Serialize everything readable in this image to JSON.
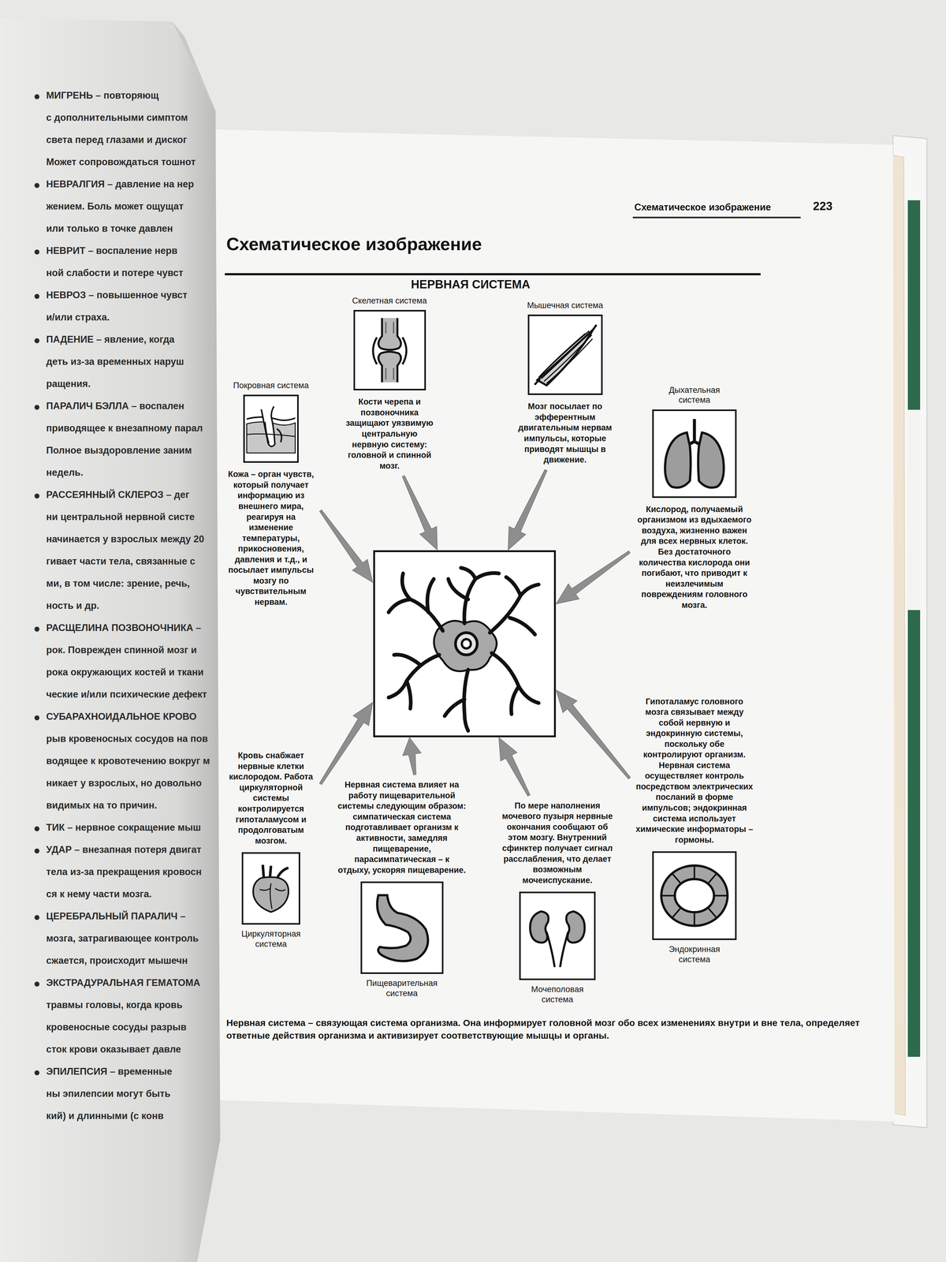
{
  "diagram": {
    "title": "НЕРВНАЯ СИСТЕМА",
    "caption": "Нервная система – связующая система организма. Она информирует головной мозг обо всех изменениях внутри и вне тела, определяет ответные действия организма и активизирует соответствующие мышцы и органы.",
    "nodes": [
      {
        "text": [
          "Скелетная система",
          "Кости черепа и позвоночника защищают уязвимую центральную нервную систему: головной и спинной мозг."
        ]
      },
      {
        "text": [
          "Мышечная система",
          "Мозг посылает по эфферентным двигательным нервам импульсы, которые приводят мышцы в движение."
        ]
      },
      {
        "text": [
          "Покровная система",
          "Кожа – орган чувств, который получает информацию из внешнего мира, реагируя на изменение температуры, прикосновения, давления и т.д., и посылает импульсы мозгу по чувствительным нервам."
        ]
      },
      {
        "text": [
          "Дыхательная система",
          "Кислород, получаемый организмом из вдыхаемого воздуха, жизненно важен для всех нервных клеток. Без достаточного количества кислорода они погибают, что приводит к неизлечимым повреждениям головного мозга."
        ]
      },
      {
        "text": [
          "Эндокринная система",
          "Гипоталамус головного мозга связывает между собой нервную и эндокринную системы, поскольку обе контролируют организм. Нервная система осуществляет контроль посредством электрических посланий в форме импульсов; эндокринная система использует химические информаторы – гормоны."
        ]
      },
      {
        "text": [
          "Циркуляторная система",
          "Кровь снабжает нервные клетки кислородом. Работа циркуляторной системы контролируется гипоталамусом и продолговатым мозгом."
        ]
      },
      {
        "text": [
          "Пищеварительная система",
          "Нервная система влияет на работу пищеварительной системы следующим образом: симпатическая система подготавливает организм к активности, замедляя пищеварение, парасимпатическая – к отдыху, ускоряя пищеварение."
        ]
      },
      {
        "text": [
          "Мочеполовая система",
          "По мере наполнения мочевого пузыря нервные окончания сообщают об этом мозгу. Внутренний сфинктер получает сигнал расслабления, что делает возможным мочеиспускание."
        ]
      }
    ],
    "labels": [
      "Схематическое изображение",
      "223",
      "Схематическое изображение",
      "МИГРЕНЬ – повторяющ",
      "с дополнительными симптом",
      "света перед глазами и диског",
      "Может сопровождаться тошнот",
      "НЕВРАЛГИЯ – давление на нер",
      "жением. Боль может ощущат",
      "или только в точке давлен",
      "НЕВРИТ – воспаление нерв",
      "ной слабости и потере чувст",
      "НЕВРОЗ – повышенное чувст",
      "и/или страха.",
      "ПАДЕНИЕ – явление, когда",
      "деть из-за временных наруш",
      "ращения.",
      "ПАРАЛИЧ БЭЛЛА – воспален",
      "приводящее к внезапному парал",
      "Полное выздоровление заним",
      "недель.",
      "РАССЕЯННЫЙ СКЛЕРОЗ – дег",
      "ни центральной нервной систе",
      "начинается у взрослых между 20",
      "гивает части тела, связанные с",
      "ми, в том числе: зрение, речь,",
      "ность и др.",
      "РАСЩЕЛИНА ПОЗВОНОЧНИКА –",
      "рок. Поврежден спинной мозг и",
      "рока окружающих костей и ткани",
      "ческие и/или психические дефект",
      "СУБАРАХНОИДАЛЬНОЕ КРОВО",
      "рыв кровеносных сосудов на пов",
      "водящее к кровотечению вокруг м",
      "никает у взрослых, но довольно",
      "видимых на то причин.",
      "ТИК – нервное сокращение мыш",
      "УДАР – внезапная потеря двигат",
      "тела из-за прекращения кровосн",
      "ся к нему части мозга.",
      "ЦЕРЕБРАЛЬНЫЙ ПАРАЛИЧ –",
      "мозга, затрагивающее контроль",
      "сжается, происходит мышечн",
      "ЭКСТРАДУРАЛЬНАЯ ГЕМАТОМА",
      "травмы головы, когда кровь",
      "кровеносные сосуды разрыв",
      "сток крови оказывает давле",
      "ЭПИЛЕПСИЯ – временные",
      "ны эпилепсии могут быть",
      "кий) и длинными (с конв"
    ]
  }
}
